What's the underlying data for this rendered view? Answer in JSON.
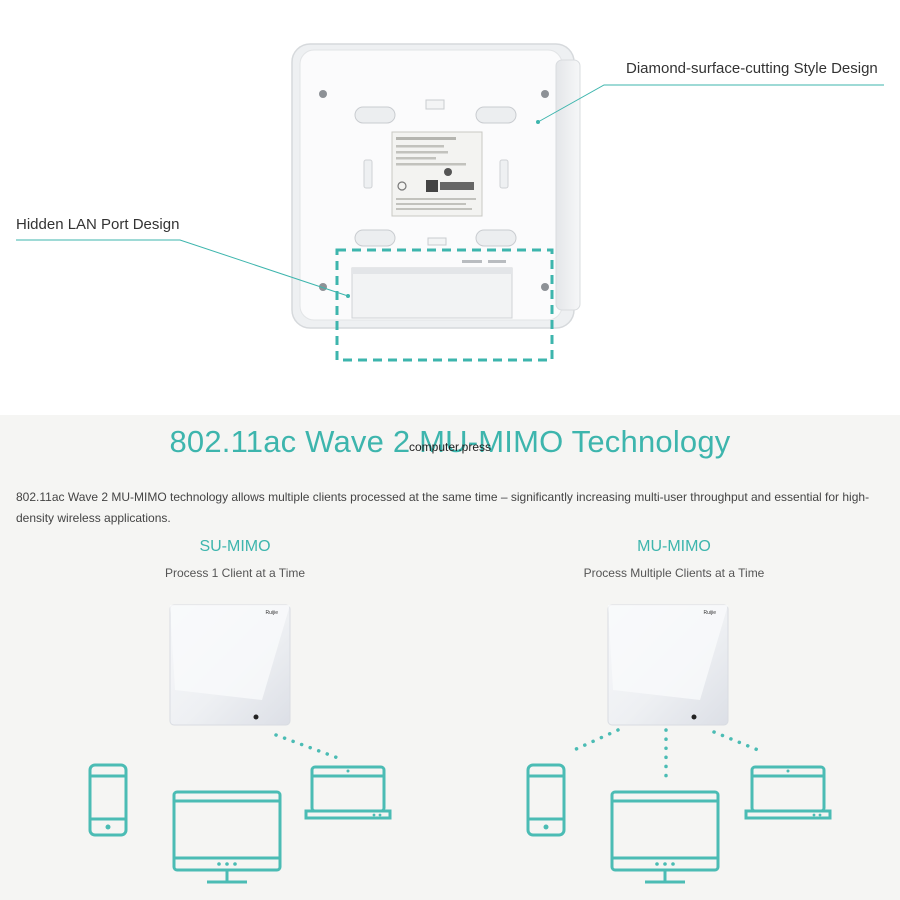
{
  "callouts": {
    "diamond": "Diamond-surface-cutting Style Design",
    "hidden_lan": "Hidden LAN Port Design"
  },
  "headline": "802.11ac Wave 2 MU-MIMO Technology",
  "watermark": "computer.press",
  "description": "802.11ac Wave 2 MU-MIMO technology allows multiple clients processed at the same time – significantly increasing multi-user throughput and essential for high-density wireless applications.",
  "su_mimo": {
    "title": "SU-MIMO",
    "subtitle": "Process 1 Client at a Time"
  },
  "mu_mimo": {
    "title": "MU-MIMO",
    "subtitle": "Process Multiple Clients at a Time"
  },
  "brand_logo": "Ruijie",
  "colors": {
    "accent": "#3db5ad",
    "device_outline": "#4bbcb4"
  },
  "icons": [
    "phone-icon",
    "desktop-monitor-icon",
    "laptop-icon",
    "access-point-device"
  ]
}
